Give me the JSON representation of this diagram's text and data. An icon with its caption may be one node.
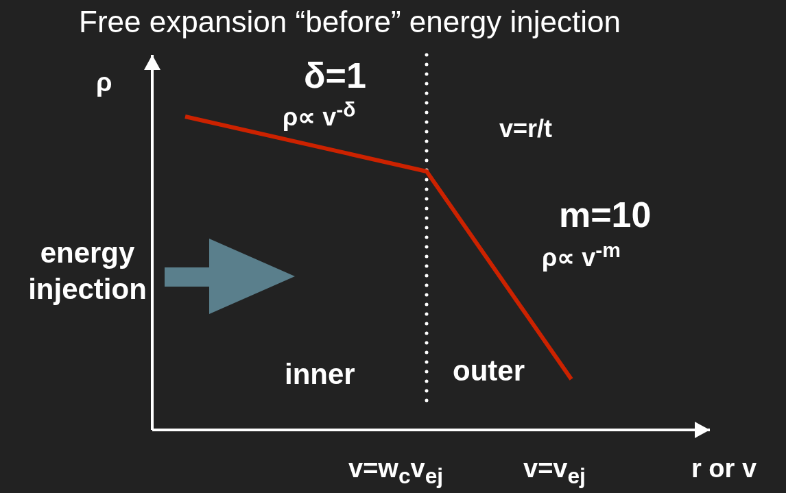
{
  "diagram": {
    "title": "Free expansion “before” energy injection",
    "labels": [
      "ρ",
      "δ=1",
      "ρ∝ v$^{-δ}$",
      "v=r/t",
      "m=10",
      "ρ∝ v$^{-m}$",
      "energy injection",
      "inner",
      "outer",
      "v=w$_{c}$v$_{ej}$",
      "v=v$_{ej}$",
      "r or v"
    ]
  }
}
